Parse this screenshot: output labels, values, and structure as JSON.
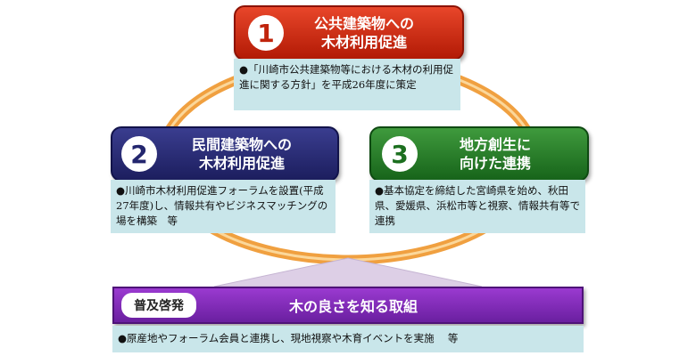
{
  "box1": {
    "number": "1",
    "title_line1": "公共建築物への",
    "title_line2": "木材利用促進",
    "text": "●「川崎市公共建築物等における木材の利用促進に関する方針」を平成26年度に策定",
    "color": "#c0240c"
  },
  "box2": {
    "number": "2",
    "title_line1": "民間建築物への",
    "title_line2": "木材利用促進",
    "text": "●川崎市木材利用促進フォーラムを設置(平成27年度)し、情報共有やビジネスマッチングの場を構築　等",
    "color": "#23266e"
  },
  "box3": {
    "number": "3",
    "title_line1": "地方創生に",
    "title_line2": "向けた連携",
    "text": "●基本協定を締結した宮崎県を始め、秋田県、愛媛県、浜松市等と視察、情報共有等で連携",
    "color": "#1c6f1f"
  },
  "bottom": {
    "label": "普及啓発",
    "title": "木の良さを知る取組",
    "text": "●原産地やフォーラム会員と連携し、現地視察や木育イベントを実施　 等",
    "color": "#6a1fa0"
  },
  "ring_color": "#f0a040"
}
